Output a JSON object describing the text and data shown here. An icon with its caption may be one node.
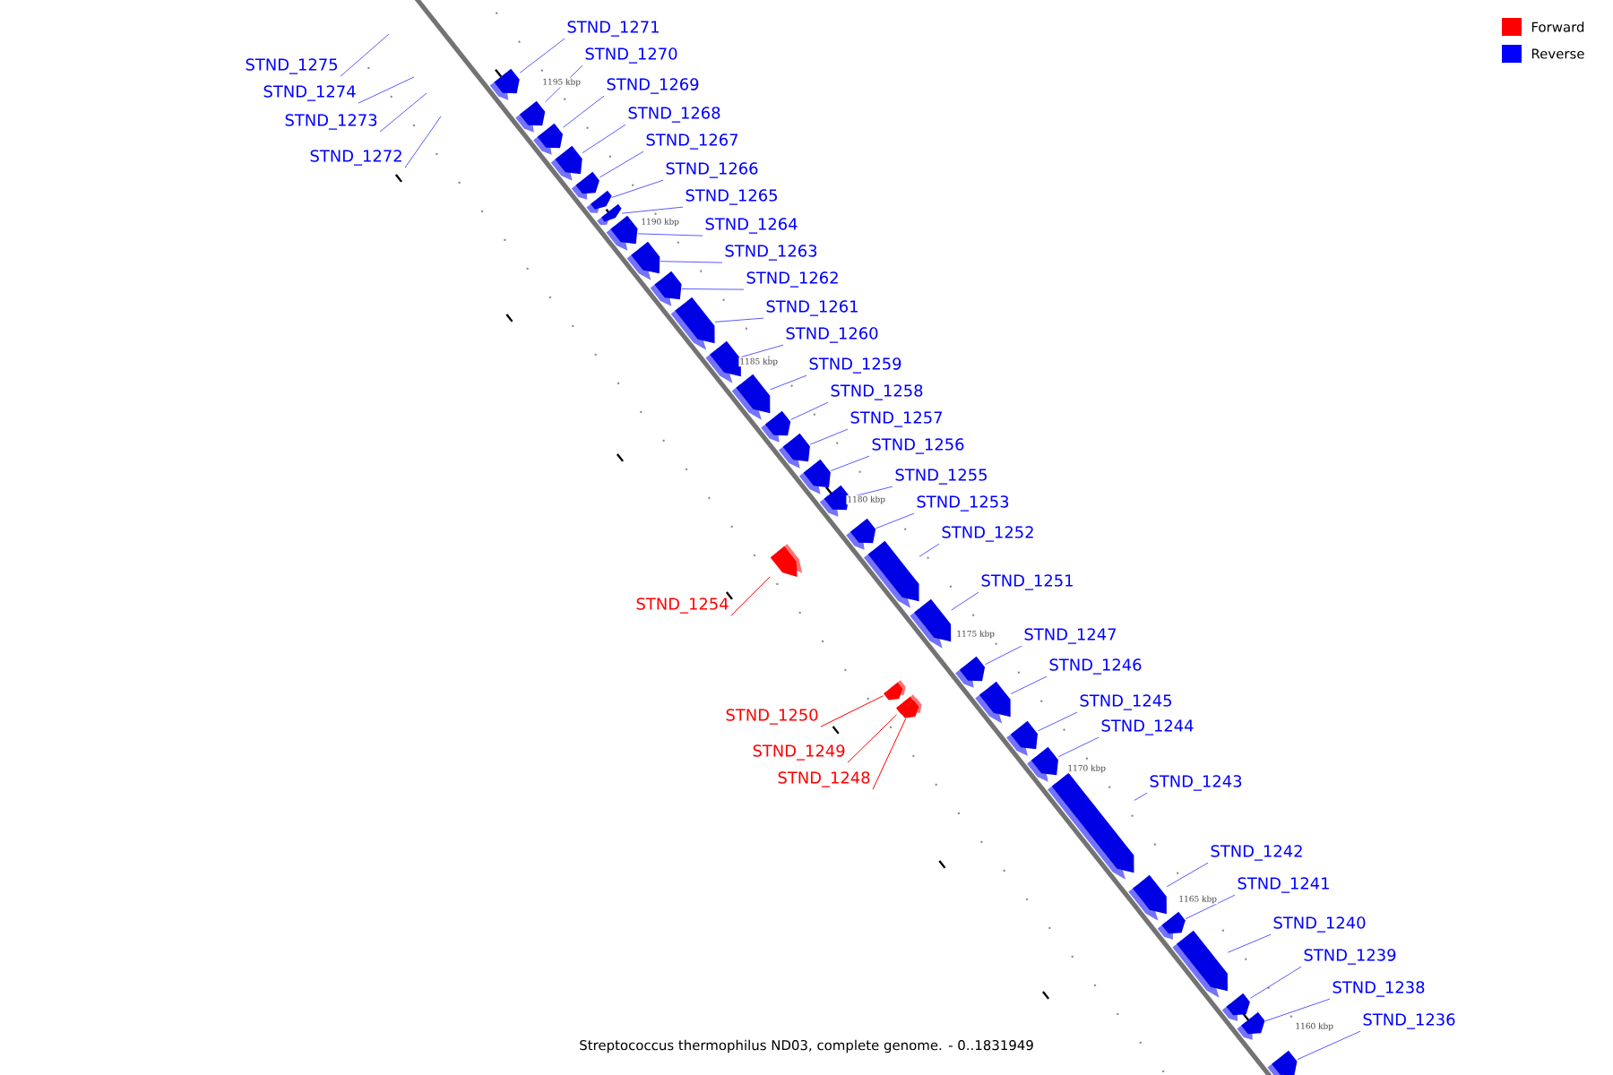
{
  "diagram": {
    "caption": "Streptococcus thermophilus ND03, complete genome. - 0..1831949",
    "nodes": [
      {
        "text": [
          "STND_1271"
        ]
      },
      {
        "text": [
          "STND_1270"
        ]
      },
      {
        "text": [
          "STND_1275"
        ]
      },
      {
        "text": [
          "STND_1269"
        ]
      },
      {
        "text": [
          "STND_1274"
        ]
      },
      {
        "text": [
          "STND_1268"
        ]
      },
      {
        "text": [
          "STND_1273"
        ]
      },
      {
        "text": [
          "STND_1267"
        ]
      },
      {
        "text": [
          "STND_1272"
        ]
      },
      {
        "text": [
          "STND_1266"
        ]
      },
      {
        "text": [
          "STND_1265"
        ]
      },
      {
        "text": [
          "STND_1264"
        ]
      },
      {
        "text": [
          "STND_1263"
        ]
      },
      {
        "text": [
          "STND_1262"
        ]
      },
      {
        "text": [
          "STND_1261"
        ]
      },
      {
        "text": [
          "STND_1260"
        ]
      },
      {
        "text": [
          "STND_1259"
        ]
      },
      {
        "text": [
          "STND_1258"
        ]
      },
      {
        "text": [
          "STND_1257"
        ]
      },
      {
        "text": [
          "STND_1256"
        ]
      },
      {
        "text": [
          "STND_1255"
        ]
      },
      {
        "text": [
          "STND_1253"
        ]
      },
      {
        "text": [
          "STND_1252"
        ]
      },
      {
        "text": [
          "STND_1251"
        ]
      },
      {
        "text": [
          "STND_1254"
        ]
      },
      {
        "text": [
          "STND_1247"
        ]
      },
      {
        "text": [
          "STND_1246"
        ]
      },
      {
        "text": [
          "STND_1245"
        ]
      },
      {
        "text": [
          "STND_1250"
        ]
      },
      {
        "text": [
          "STND_1244"
        ]
      },
      {
        "text": [
          "STND_1249"
        ]
      },
      {
        "text": [
          "STND_1248"
        ]
      },
      {
        "text": [
          "STND_1243"
        ]
      },
      {
        "text": [
          "STND_1242"
        ]
      },
      {
        "text": [
          "STND_1241"
        ]
      },
      {
        "text": [
          "STND_1240"
        ]
      },
      {
        "text": [
          "STND_1239"
        ]
      },
      {
        "text": [
          "STND_1238"
        ]
      },
      {
        "text": [
          "STND_1236"
        ]
      },
      {
        "text": [],
        "shape": "arrow"
      },
      {
        "text": [],
        "shape": "arrow"
      },
      {
        "text": [],
        "shape": "arrow"
      },
      {
        "text": [],
        "shape": "arrow"
      },
      {
        "text": [],
        "shape": "arrow"
      },
      {
        "text": [],
        "shape": "arrow"
      },
      {
        "text": [],
        "shape": "arrow"
      },
      {
        "text": [],
        "shape": "arrow"
      },
      {
        "text": [],
        "shape": "arrow"
      },
      {
        "text": [],
        "shape": "arrow"
      },
      {
        "text": [],
        "shape": "arrow"
      },
      {
        "text": [],
        "shape": "arrow"
      },
      {
        "text": [],
        "shape": "arrow"
      },
      {
        "text": [],
        "shape": "arrow"
      },
      {
        "text": [],
        "shape": "arrow"
      },
      {
        "text": [],
        "shape": "arrow"
      },
      {
        "text": [],
        "shape": "arrow"
      },
      {
        "text": [],
        "shape": "arrow"
      },
      {
        "text": [],
        "shape": "arrow"
      },
      {
        "text": [],
        "shape": "arrow"
      },
      {
        "text": [],
        "shape": "arrow"
      },
      {
        "text": [],
        "shape": "arrow"
      },
      {
        "text": [],
        "shape": "arrow"
      },
      {
        "text": [],
        "shape": "arrow"
      },
      {
        "text": [],
        "shape": "arrow"
      },
      {
        "text": [],
        "shape": "arrow"
      },
      {
        "text": [],
        "shape": "arrow"
      },
      {
        "text": [],
        "shape": "arrow"
      },
      {
        "text": [],
        "shape": "arrow"
      },
      {
        "text": [],
        "shape": "arrow"
      },
      {
        "text": [],
        "shape": "arrow"
      },
      {
        "text": [],
        "shape": "arrow"
      },
      {
        "text": [],
        "shape": "arrow"
      },
      {
        "text": [],
        "shape": "arrow"
      },
      {
        "text": [],
        "shape": "arrow"
      }
    ],
    "edges": [
      {
        "from": 0,
        "to": 39,
        "arrow": "none"
      },
      {
        "from": 1,
        "to": 40,
        "arrow": "none"
      },
      {
        "from": 2,
        "to": null,
        "arrow": "none"
      },
      {
        "from": 3,
        "to": 41,
        "arrow": "none"
      },
      {
        "from": 4,
        "to": null,
        "arrow": "none"
      },
      {
        "from": 5,
        "to": 42,
        "arrow": "none"
      },
      {
        "from": 6,
        "to": null,
        "arrow": "none"
      },
      {
        "from": 7,
        "to": 43,
        "arrow": "none"
      },
      {
        "from": 8,
        "to": null,
        "arrow": "none"
      },
      {
        "from": 9,
        "to": 44,
        "arrow": "none"
      },
      {
        "from": 10,
        "to": 45,
        "arrow": "none"
      },
      {
        "from": 11,
        "to": 46,
        "arrow": "none"
      },
      {
        "from": 12,
        "to": 47,
        "arrow": "none"
      },
      {
        "from": 13,
        "to": 48,
        "arrow": "none"
      },
      {
        "from": 14,
        "to": 49,
        "arrow": "none"
      },
      {
        "from": 15,
        "to": 50,
        "arrow": "none"
      },
      {
        "from": 16,
        "to": 51,
        "arrow": "none"
      },
      {
        "from": 17,
        "to": 52,
        "arrow": "none"
      },
      {
        "from": 18,
        "to": 53,
        "arrow": "none"
      },
      {
        "from": 19,
        "to": 54,
        "arrow": "none"
      },
      {
        "from": 20,
        "to": 55,
        "arrow": "none"
      },
      {
        "from": 21,
        "to": 56,
        "arrow": "none"
      },
      {
        "from": 22,
        "to": 57,
        "arrow": "none"
      },
      {
        "from": 23,
        "to": 58,
        "arrow": "none"
      },
      {
        "from": 24,
        "to": 59,
        "arrow": "none",
        "color": "#ff0000"
      },
      {
        "from": 25,
        "to": 60,
        "arrow": "none"
      },
      {
        "from": 26,
        "to": 61,
        "arrow": "none"
      },
      {
        "from": 27,
        "to": 62,
        "arrow": "none"
      },
      {
        "from": 28,
        "to": 63,
        "arrow": "none",
        "color": "#ff0000"
      },
      {
        "from": 29,
        "to": 64,
        "arrow": "none"
      },
      {
        "from": 30,
        "to": 65,
        "arrow": "none",
        "color": "#ff0000"
      },
      {
        "from": 31,
        "to": 66,
        "arrow": "none",
        "color": "#ff0000"
      },
      {
        "from": 32,
        "to": 67,
        "arrow": "none"
      },
      {
        "from": 33,
        "to": 68,
        "arrow": "none"
      },
      {
        "from": 34,
        "to": 69,
        "arrow": "none"
      },
      {
        "from": 35,
        "to": 70,
        "arrow": "none"
      },
      {
        "from": 36,
        "to": 71,
        "arrow": "none"
      },
      {
        "from": 37,
        "to": 72,
        "arrow": "none"
      },
      {
        "from": 38,
        "to": 73,
        "arrow": "none"
      }
    ],
    "labels": [
      "1195 kbp",
      "1190 kbp",
      "1185 kbp",
      "1180 kbp",
      "1175 kbp",
      "1170 kbp",
      "1165 kbp",
      "1160 kbp"
    ],
    "legend": [
      {
        "text": "Forward",
        "color": "#ff0000"
      },
      {
        "text": "Reverse",
        "color": "#0000ff"
      }
    ]
  }
}
